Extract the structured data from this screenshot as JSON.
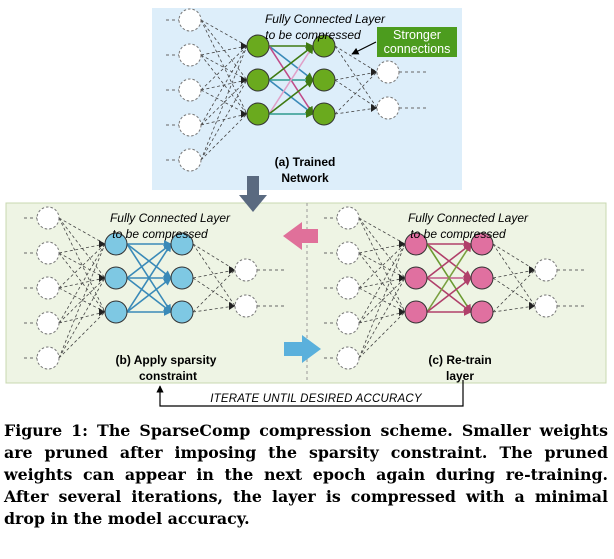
{
  "panels": {
    "top": {
      "title_line1": "Fully Connected Layer",
      "title_line2": "to be compressed",
      "callout": "Stronger",
      "callout_line2": "connections",
      "label_line1": "(a) Trained",
      "label_line2": "Network",
      "node_color": "#6aaa1e",
      "bg_color": "#ddeefa"
    },
    "left": {
      "title_line1": "Fully Connected Layer",
      "title_line2": "to be compressed",
      "label_line1": "(b) Apply sparsity",
      "label_line2": "constraint",
      "node_color": "#7ec8e3",
      "bg_color": "#eef4e4"
    },
    "right": {
      "title_line1": "Fully Connected Layer",
      "title_line2": "to be compressed",
      "label_line1": "(c) Re-train",
      "label_line2": "layer",
      "node_color": "#e070a0",
      "bg_color": "#eef4e4"
    }
  },
  "loop_label": "ITERATE UNTIL DESIRED ACCURACY",
  "caption": "Figure 1: The SparseComp compression scheme. Smaller weights are pruned after imposing the sparsity constraint. The pruned weights can appear in the next epoch again during re-training. After several iterations, the layer is compressed with a minimal drop in the model accuracy."
}
